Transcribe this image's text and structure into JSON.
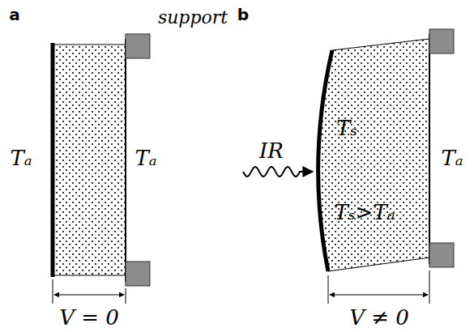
{
  "diagram": {
    "labels": [
      "a",
      "support",
      "b",
      "Tₐ",
      "Tₐ",
      "Tₛ",
      "IR",
      "Tₛ>Tₐ",
      "Tₐ",
      "V = 0",
      "V ≠ 0"
    ]
  }
}
